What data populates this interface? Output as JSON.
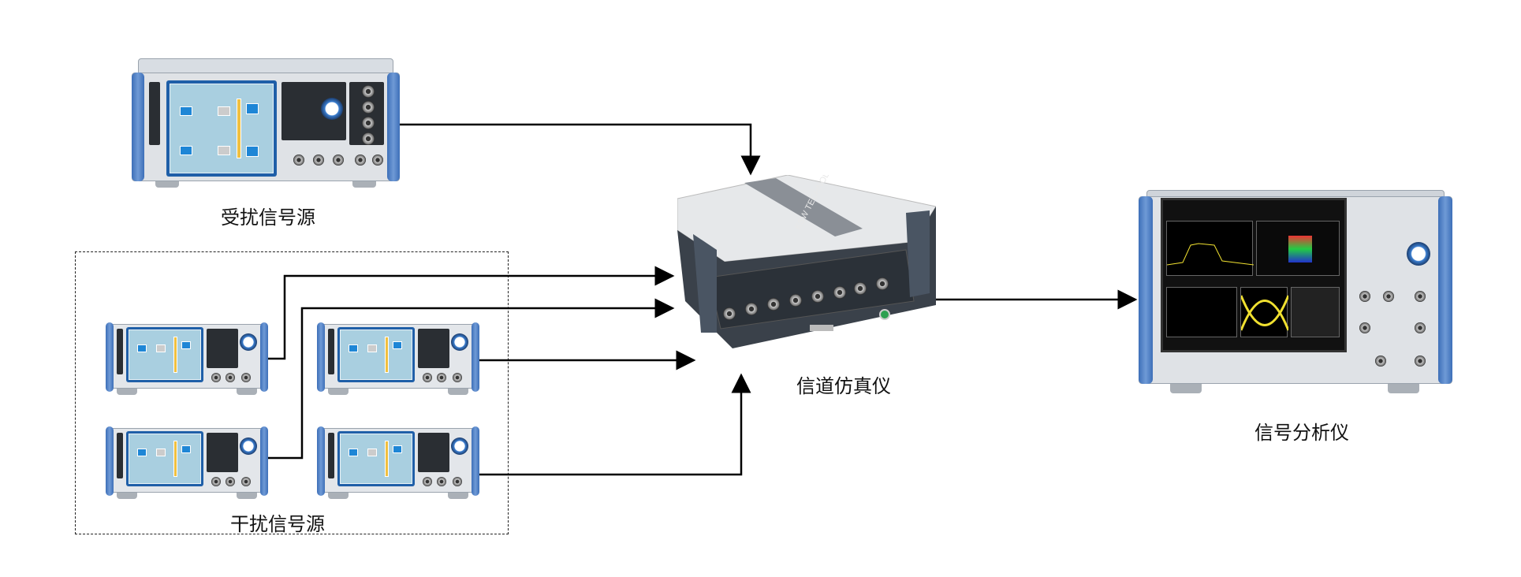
{
  "labels": {
    "victim_source": "受扰信号源",
    "interference_sources": "干扰信号源",
    "channel_emulator": "信道仿真仪",
    "signal_analyzer": "信号分析仪"
  },
  "emulator_brand": "KSW TECHNOLOGIES",
  "colors": {
    "handle_blue": "#4a7cc4",
    "line": "#000000",
    "screen": "#a9cfe0"
  }
}
